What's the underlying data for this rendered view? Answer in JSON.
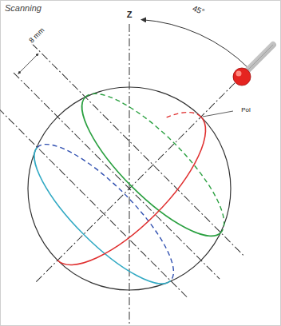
{
  "diagram": {
    "title": "Scanning",
    "labels": [
      "45°",
      "8 mm",
      "Z",
      "Pol"
    ]
  }
}
